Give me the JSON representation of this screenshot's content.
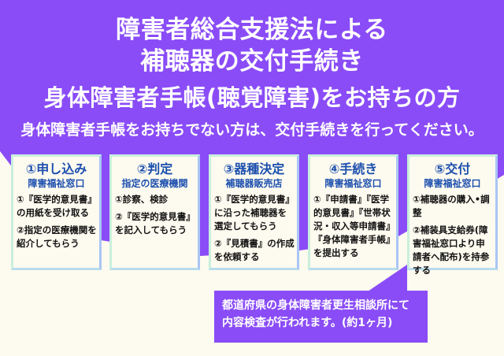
{
  "colors": {
    "purple": "#8a4cf7",
    "cream": "#fdfaef",
    "heading_blue": "#1c4fae"
  },
  "title": {
    "line1": "障害者総合支援法による",
    "line2": "補聴器の交付手続き",
    "line3": "身体障害者手帳(聴覚障害)をお持ちの方"
  },
  "subtitle": "身体障害者手帳をお持ちでない方は、交付手続きを行ってください。",
  "steps": [
    {
      "heading": "①申し込み",
      "place": "障害福祉窓口",
      "items": [
        "①『医学的意見書』の用紙を受け取る",
        "②指定の医療機関を紹介してもらう"
      ]
    },
    {
      "heading": "②判定",
      "place": "指定の医療機関",
      "items": [
        "①診察、検診",
        "②『医学的意見書』を記入してもらう"
      ]
    },
    {
      "heading": "③器種決定",
      "place": "補聴器販売店",
      "items": [
        "①『医学的意見書』に沿った補聴器を選定してもらう",
        "②『見積書』の作成を依頼する"
      ]
    },
    {
      "heading": "④手続き",
      "place": "障害福祉窓口",
      "items": [
        "①『申請書』『医学的意見書』『世帯状況・収入等申請書』『身体障害者手帳』を提出する"
      ]
    },
    {
      "heading": "⑤交付",
      "place": "障害福祉窓口",
      "items": [
        "①補聴器の購入•調整",
        "②補装具支給券(障害福祉窓口より申請者へ配布)を持参する"
      ]
    }
  ],
  "note": {
    "line1": "都道府県の身体障害者更生相談所にて",
    "line2": "内容検査が行われます。(約1ヶ月)"
  }
}
